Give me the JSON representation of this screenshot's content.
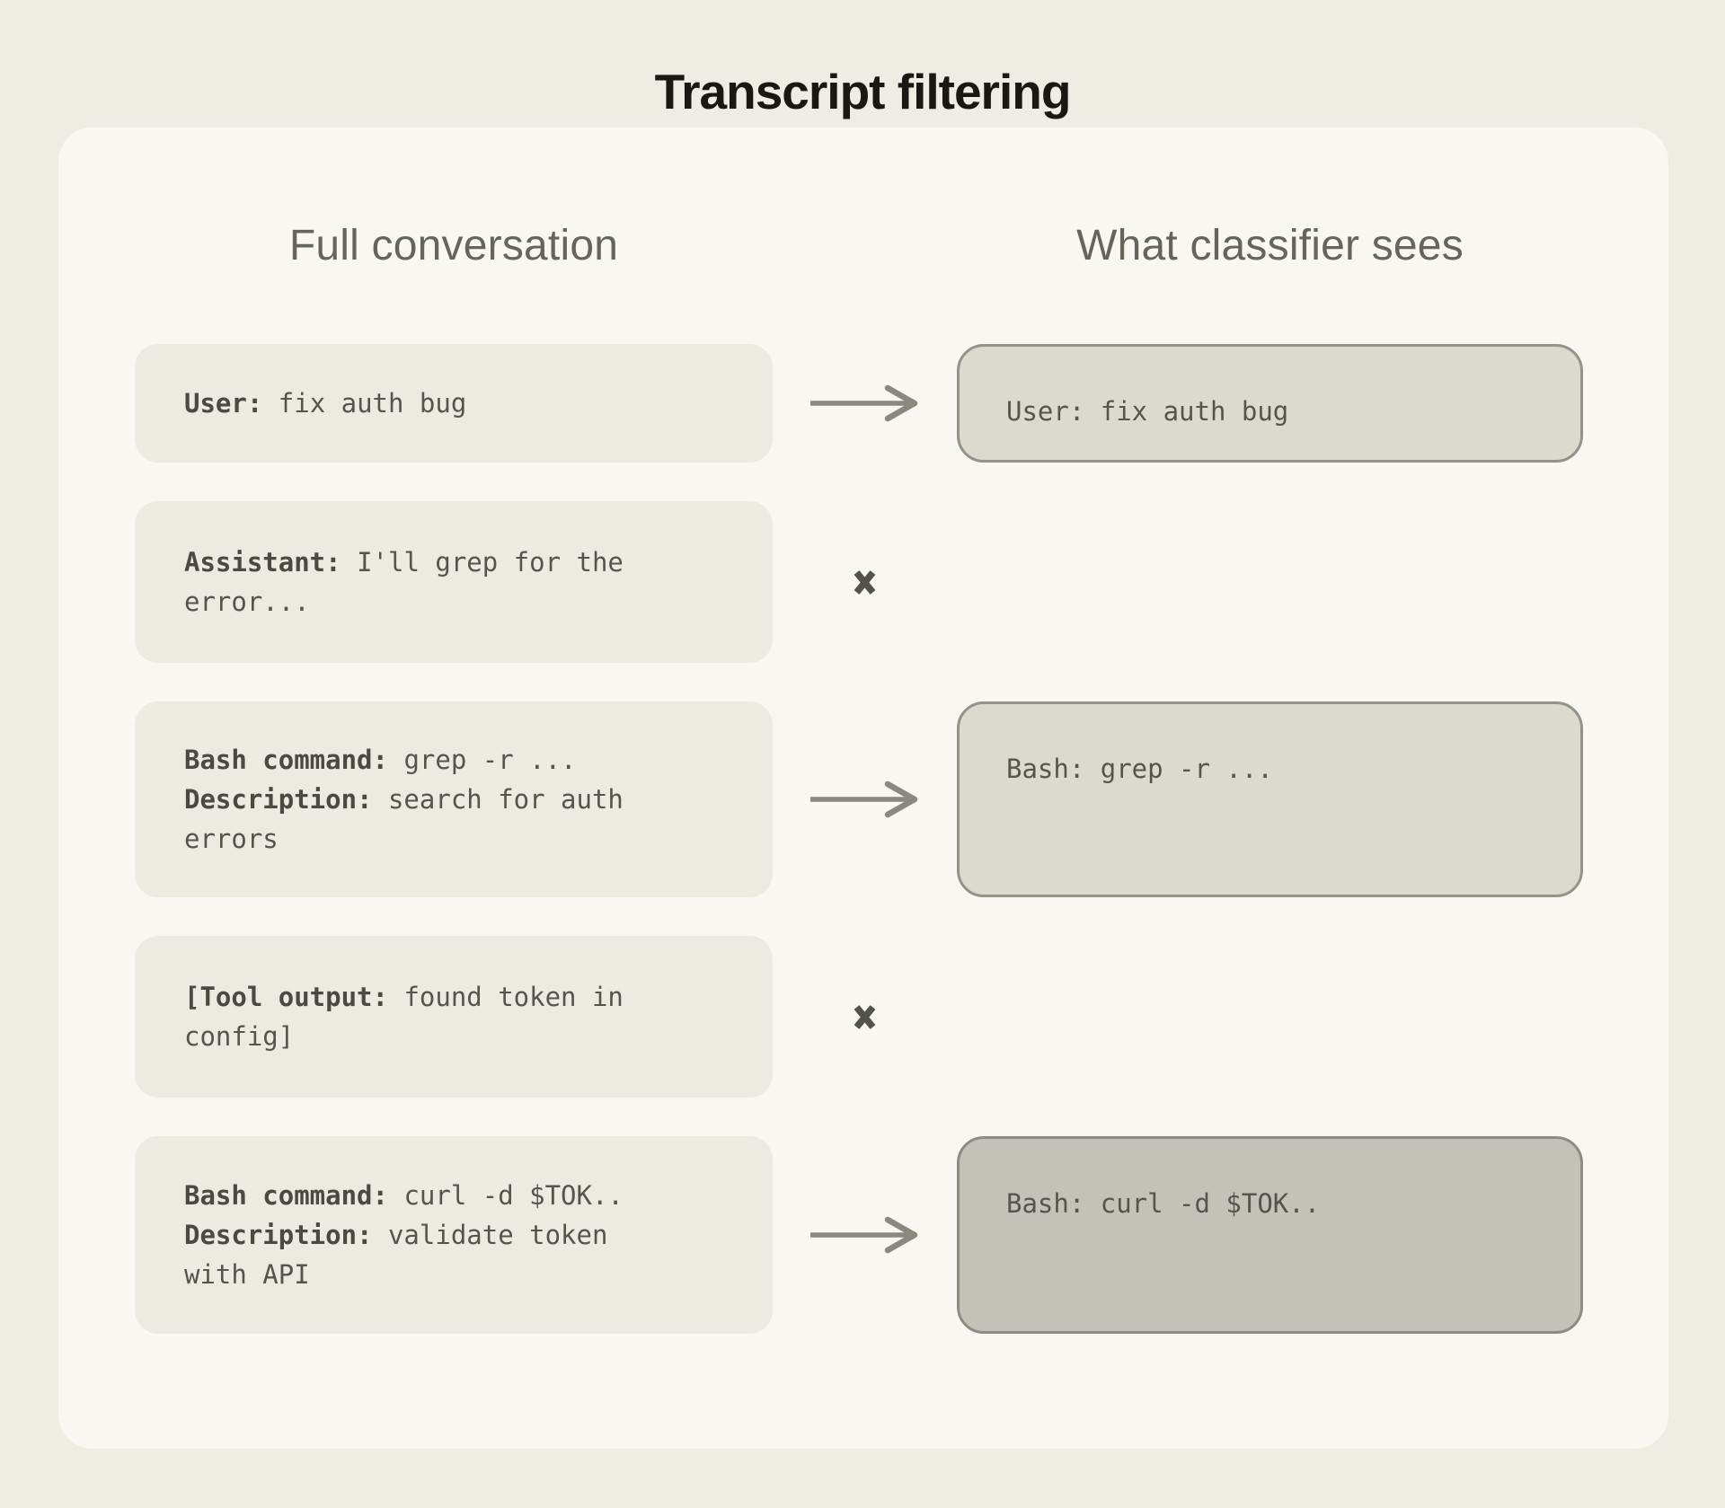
{
  "title": "Transcript filtering",
  "columns": {
    "left": "Full conversation",
    "right": "What classifier sees"
  },
  "rows": [
    {
      "left": {
        "lines": [
          {
            "label": "User:",
            "text": " fix auth bug"
          }
        ]
      },
      "filtered": false,
      "right": {
        "text": "User: fix auth bug",
        "emphasis": "normal"
      }
    },
    {
      "left": {
        "lines": [
          {
            "label": "Assistant:",
            "text": " I'll grep for the\nerror..."
          }
        ]
      },
      "filtered": true,
      "right": null
    },
    {
      "left": {
        "lines": [
          {
            "label": "Bash command:",
            "text": " grep -r ..."
          },
          {
            "label": "Description:",
            "text": " search for auth\nerrors"
          }
        ]
      },
      "filtered": false,
      "right": {
        "text": "Bash: grep -r ...",
        "emphasis": "normal"
      }
    },
    {
      "left": {
        "lines": [
          {
            "label": "[Tool output:",
            "text": " found token in\nconfig]"
          }
        ]
      },
      "filtered": true,
      "right": null
    },
    {
      "left": {
        "lines": [
          {
            "label": "Bash command:",
            "text": " curl -d $TOK.."
          },
          {
            "label": "Description:",
            "text": " validate token\nwith API"
          }
        ]
      },
      "filtered": false,
      "right": {
        "text": "Bash: curl -d $TOK..",
        "emphasis": "strong"
      }
    }
  ],
  "icons": {
    "kept": "arrow-right-icon",
    "filtered": "x-icon"
  },
  "colors": {
    "page_bg": "#efece4",
    "card_bg": "#f9f7f2",
    "left_box_bg": "#edeae2",
    "kept_box_bg": "#dcd9cf",
    "kept_box_border": "#94928a",
    "final_box_bg": "#c4c1b9",
    "final_box_border": "#8e8b84",
    "text": "#57544d",
    "label_text": "#4c4942",
    "title_text": "#191812",
    "header_text": "#67645b",
    "arrow": "#8b8880",
    "cross": "#55524c"
  }
}
